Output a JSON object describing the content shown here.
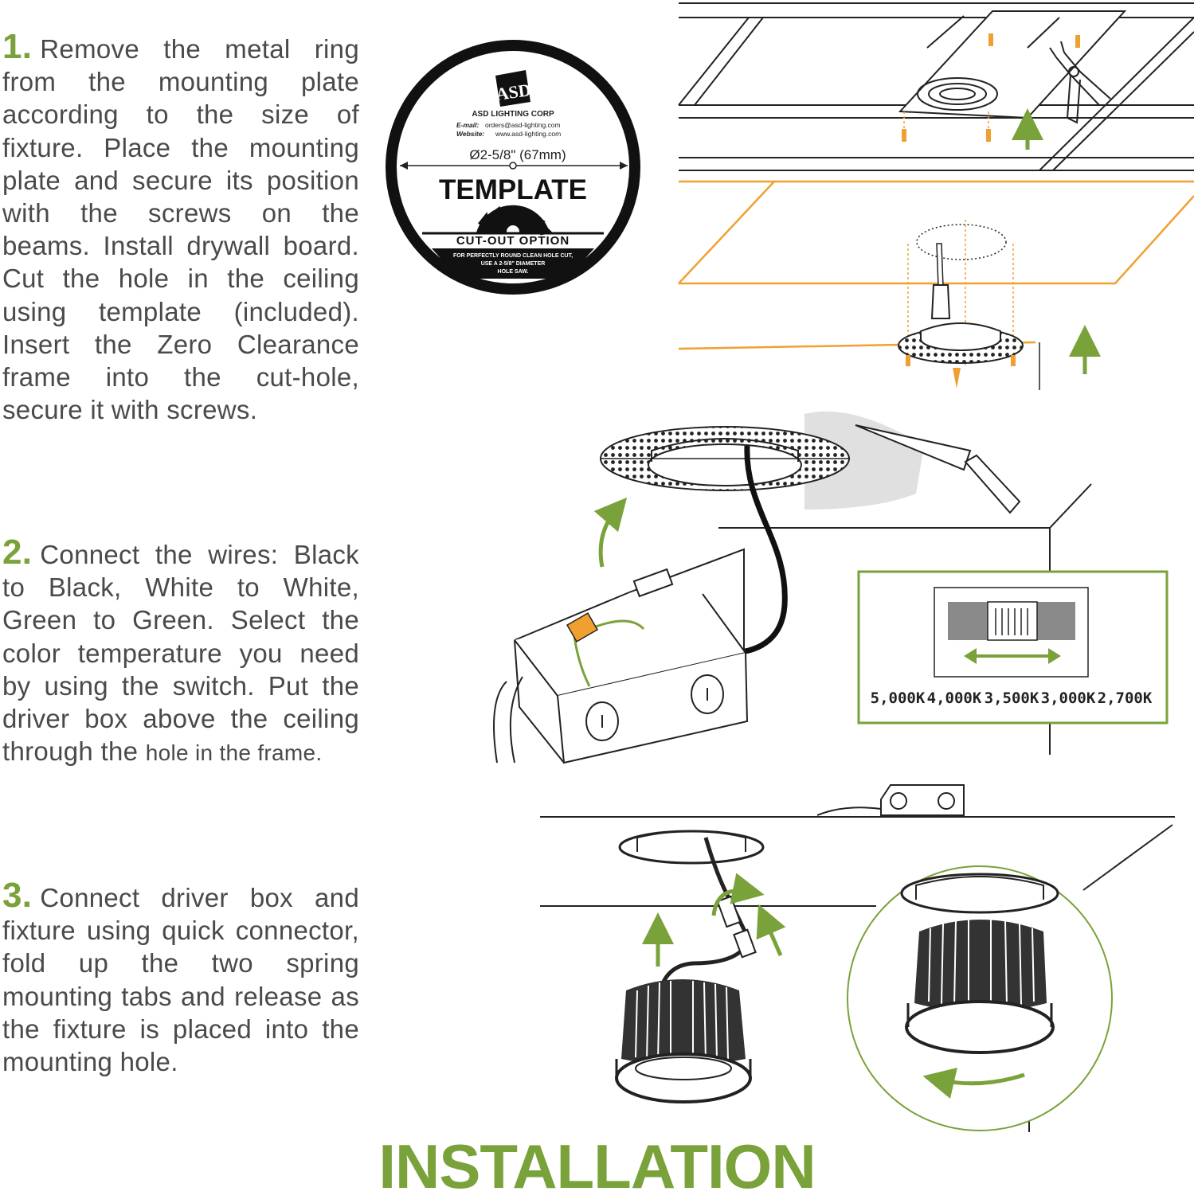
{
  "steps": [
    {
      "number": "1.",
      "text": "Remove the metal ring from the mounting plate according to the size of fixture. Place the mounting plate and secure its position with the screws on the beams. Install drywall board. Cut the hole in the ceiling using template (included). Insert the Zero Clearance frame into the cut-hole, secure it with screws."
    },
    {
      "number": "2.",
      "text": "Connect the wires: Black to Black, White to White, Green to Green. Select the color temperature you need by using the switch. Put the driver box above the ceiling through the",
      "text_small": "hole in the frame."
    },
    {
      "number": "3.",
      "text": "Connect driver box and fixture using quick connector, fold up the two spring mounting tabs and release as the fixture is placed into the mounting hole."
    }
  ],
  "template_badge": {
    "logo": "ASD",
    "company": "ASD LIGHTING CORP",
    "email_label": "E-mail:",
    "email": "orders@asd-lighting.com",
    "website_label": "Website:",
    "website": "www.asd-lighting.com",
    "diameter": "Ø2-5/8\" (67mm)",
    "title": "TEMPLATE",
    "option": "CUT-OUT OPTION",
    "note_line1": "FOR PERFECTLY ROUND CLEAN HOLE CUT,",
    "note_line2": "USE A 2-5/8\" DIAMETER",
    "note_line3": "HOLE SAW."
  },
  "color_temps": [
    "5,000K",
    "4,000K",
    "3,500K",
    "3,000K",
    "2,700K"
  ],
  "footer": {
    "title": "INSTALLATION"
  },
  "colors": {
    "accent": "#7aa23a",
    "orange": "#f0a030",
    "line": "#222222",
    "text": "#4a4a4a"
  },
  "icons": [
    "saw-blade-icon",
    "pliers-icon",
    "jigsaw-icon",
    "trowel-icon",
    "arrow-up-icon",
    "double-arrow-icon",
    "curved-arrow-icon"
  ]
}
